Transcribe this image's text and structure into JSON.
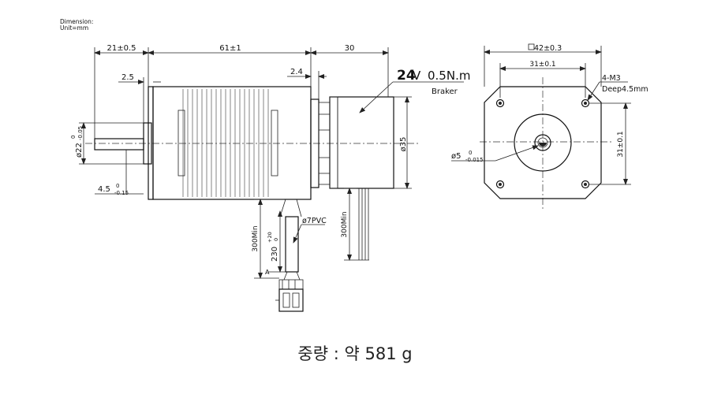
{
  "header": {
    "line1": "Dimension:",
    "line2": "Unit=mm"
  },
  "side_view": {
    "dim_shaft_length": "21±0.5",
    "dim_body_length": "61±1",
    "dim_brake_length": "30",
    "dim_flange": "2.5",
    "dim_gap": "2.4",
    "dim_brake_dia": "ø35",
    "dim_boss_dia": "ø22",
    "dim_boss_tol_top": "0",
    "dim_boss_tol_bot": "-0.05",
    "dim_flat": "4.5",
    "dim_flat_tol_top": "0",
    "dim_flat_tol_bot": "-0.15",
    "brake_voltage": "24",
    "brake_voltage_unit": "V",
    "brake_torque": "0.5N.m",
    "brake_label": "Braker",
    "cable_min_left": "300Min",
    "cable_length": "230",
    "cable_tol_top": "+20",
    "cable_tol_bot": "0",
    "cable_spec": "ø7PVC",
    "cable_min_right": "300Min",
    "section_mark": "A"
  },
  "front_view": {
    "dim_frame": "42±0.3",
    "dim_hole_pitch_h": "31±0.1",
    "dim_hole_pitch_v": "31±0.1",
    "holes_label": "4-M3",
    "holes_depth": "Deep4.5mm",
    "dim_shaft_dia": "ø5",
    "dim_shaft_tol_top": "0",
    "dim_shaft_tol_bot": "-0.015"
  },
  "caption": "중량 : 약 581 g"
}
